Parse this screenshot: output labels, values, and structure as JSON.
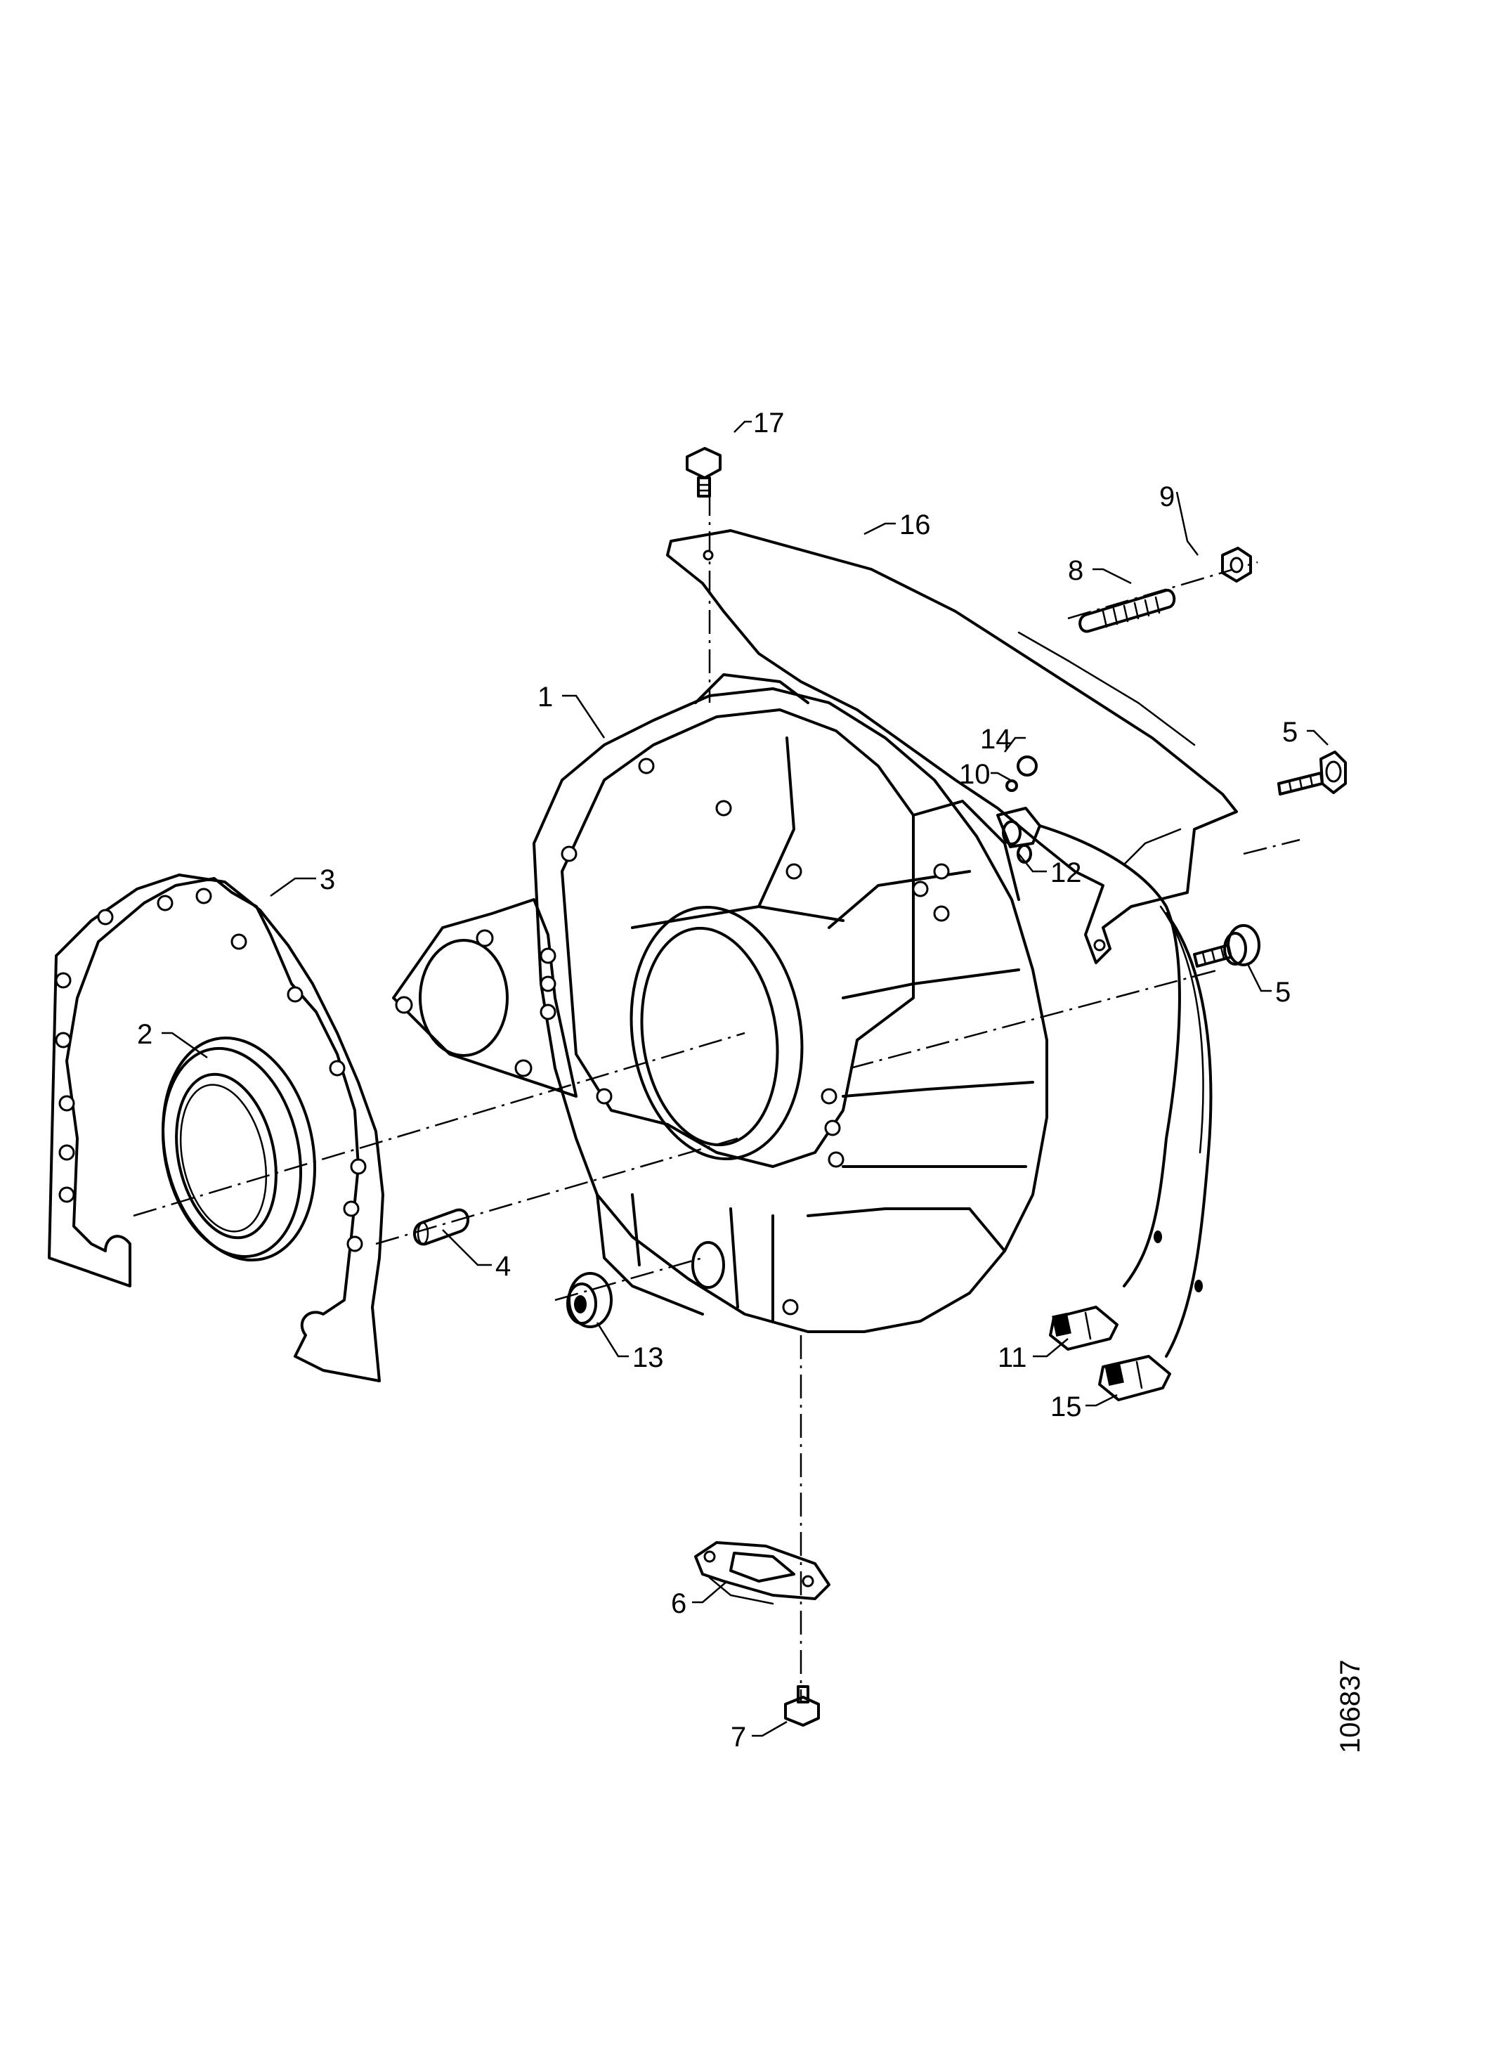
{
  "diagram": {
    "reference_number": "106837",
    "callouts": [
      {
        "id": "label-1",
        "text": "1"
      },
      {
        "id": "label-2",
        "text": "2"
      },
      {
        "id": "label-3",
        "text": "3"
      },
      {
        "id": "label-4",
        "text": "4"
      },
      {
        "id": "label-5a",
        "text": "5"
      },
      {
        "id": "label-5b",
        "text": "5"
      },
      {
        "id": "label-6",
        "text": "6"
      },
      {
        "id": "label-7",
        "text": "7"
      },
      {
        "id": "label-8",
        "text": "8"
      },
      {
        "id": "label-9",
        "text": "9"
      },
      {
        "id": "label-10",
        "text": "10"
      },
      {
        "id": "label-11",
        "text": "11"
      },
      {
        "id": "label-12",
        "text": "12"
      },
      {
        "id": "label-13",
        "text": "13"
      },
      {
        "id": "label-14",
        "text": "14"
      },
      {
        "id": "label-15",
        "text": "15"
      },
      {
        "id": "label-16",
        "text": "16"
      },
      {
        "id": "label-17",
        "text": "17"
      }
    ]
  }
}
